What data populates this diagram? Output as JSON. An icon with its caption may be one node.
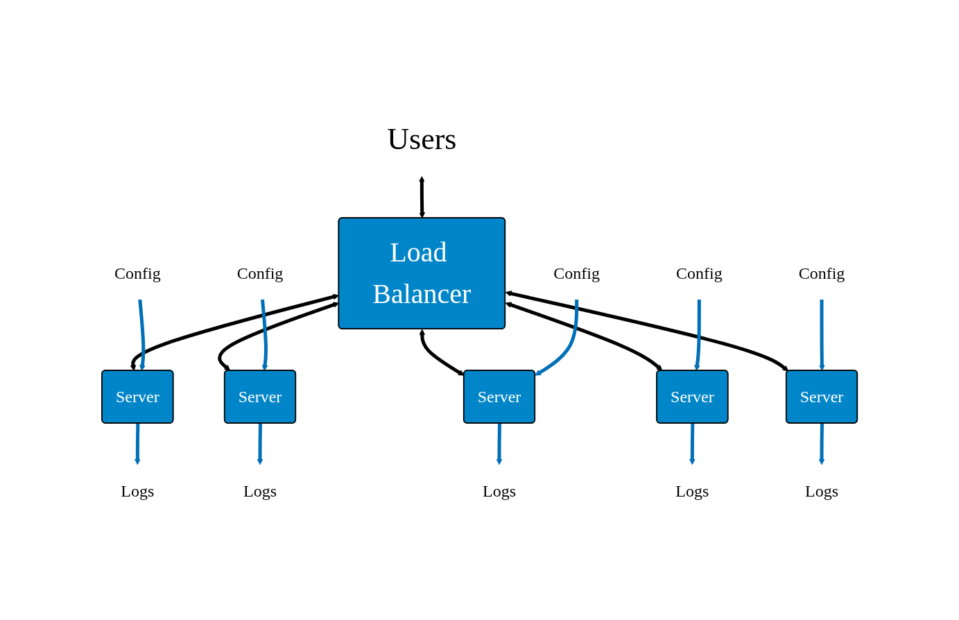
{
  "diagram": {
    "nodes": [
      {
        "text": [
          "Users"
        ]
      },
      {
        "text": [
          "Load Balancer"
        ]
      },
      {
        "text": [
          "Server"
        ]
      },
      {
        "text": [
          "Server"
        ]
      },
      {
        "text": [
          "Server"
        ]
      },
      {
        "text": [
          "Server"
        ]
      },
      {
        "text": [
          "Server"
        ]
      },
      {
        "text": [
          "Config"
        ]
      },
      {
        "text": [
          "Logs"
        ]
      },
      {
        "text": [
          "Config"
        ]
      },
      {
        "text": [
          "Logs"
        ]
      },
      {
        "text": [
          "Config"
        ]
      },
      {
        "text": [
          "Logs"
        ]
      },
      {
        "text": [
          "Config"
        ]
      },
      {
        "text": [
          "Logs"
        ]
      },
      {
        "text": [
          "Config"
        ]
      },
      {
        "text": [
          "Logs"
        ]
      }
    ],
    "edges": [
      {
        "from": 0,
        "to": 1,
        "arrow": "both",
        "color": "#000000"
      },
      {
        "from": 1,
        "to": 2,
        "arrow": "both",
        "color": "#000000"
      },
      {
        "from": 1,
        "to": 3,
        "arrow": "both",
        "color": "#000000"
      },
      {
        "from": 1,
        "to": 4,
        "arrow": "both",
        "color": "#000000"
      },
      {
        "from": 1,
        "to": 5,
        "arrow": "both",
        "color": "#000000"
      },
      {
        "from": 1,
        "to": 6,
        "arrow": "both",
        "color": "#000000"
      },
      {
        "from": 7,
        "to": 2,
        "arrow": "to"
      },
      {
        "from": 2,
        "to": 8,
        "arrow": "to"
      },
      {
        "from": 9,
        "to": 3,
        "arrow": "to"
      },
      {
        "from": 3,
        "to": 10,
        "arrow": "to"
      },
      {
        "from": 11,
        "to": 4,
        "arrow": "to"
      },
      {
        "from": 4,
        "to": 12,
        "arrow": "to"
      },
      {
        "from": 13,
        "to": 5,
        "arrow": "to"
      },
      {
        "from": 5,
        "to": 14,
        "arrow": "to"
      },
      {
        "from": 15,
        "to": 6,
        "arrow": "to"
      },
      {
        "from": 6,
        "to": 16,
        "arrow": "to"
      }
    ]
  }
}
